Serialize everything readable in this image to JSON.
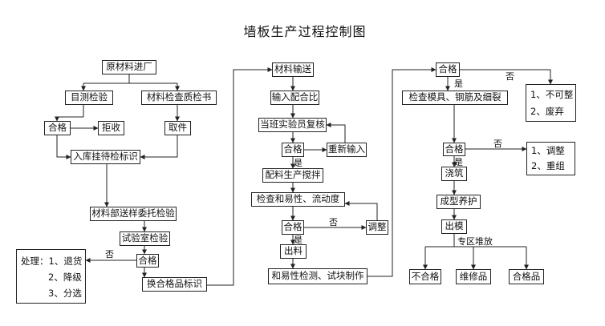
{
  "title": "墙板生产过程控制图",
  "col1": {
    "raw_material_in": "原材料进厂",
    "visual_inspection": "目测检验",
    "quality_cert_check": "材料检查质检书",
    "pass": "合格",
    "reject": "拒收",
    "sample_taken": "取件",
    "store_pending_label": "入库挂待检标识",
    "dept_sample_commission": "材料部送样委托检验",
    "lab_test": "试验室检验",
    "pass_2": "合格",
    "no": "否",
    "handling_label": "处理：1、退货",
    "handling_2": "2、降级",
    "handling_3": "3、分选",
    "change_pass_label": "换合格品标识"
  },
  "col2": {
    "material_feed": "材料输送",
    "input_mix_ratio": "输入配合比",
    "shift_lab_recheck": "当班实验员复核",
    "pass": "合格",
    "reinput": "重新输入",
    "mix_production_stir": "配料生产搅拌",
    "check_workability_fluidity": "检查和易性、流动度",
    "pass_2": "合格",
    "no": "否",
    "yes": "是",
    "adjust": "调整",
    "discharge": "出料",
    "workability_test_sample": "和易性检测、试块制作"
  },
  "col3": {
    "pass_top": "合格",
    "yes": "是",
    "no": "否",
    "check_mold_rebar": "检查模具、钢筋及细裂",
    "not_adjustable_1": "1、不可整",
    "not_adjustable_2": "2、废弃",
    "pass_mid": "合格",
    "yes_2": "是",
    "no_2": "否",
    "adjust_opt_1": "1、调整",
    "adjust_opt_2": "2、重组",
    "pouring": "浇筑",
    "forming_curing": "成型养护",
    "demold": "出模",
    "zone_stack": "专区堆放",
    "nonconforming": "不合格",
    "repair_product": "维修品",
    "qualified_product": "合格品"
  }
}
